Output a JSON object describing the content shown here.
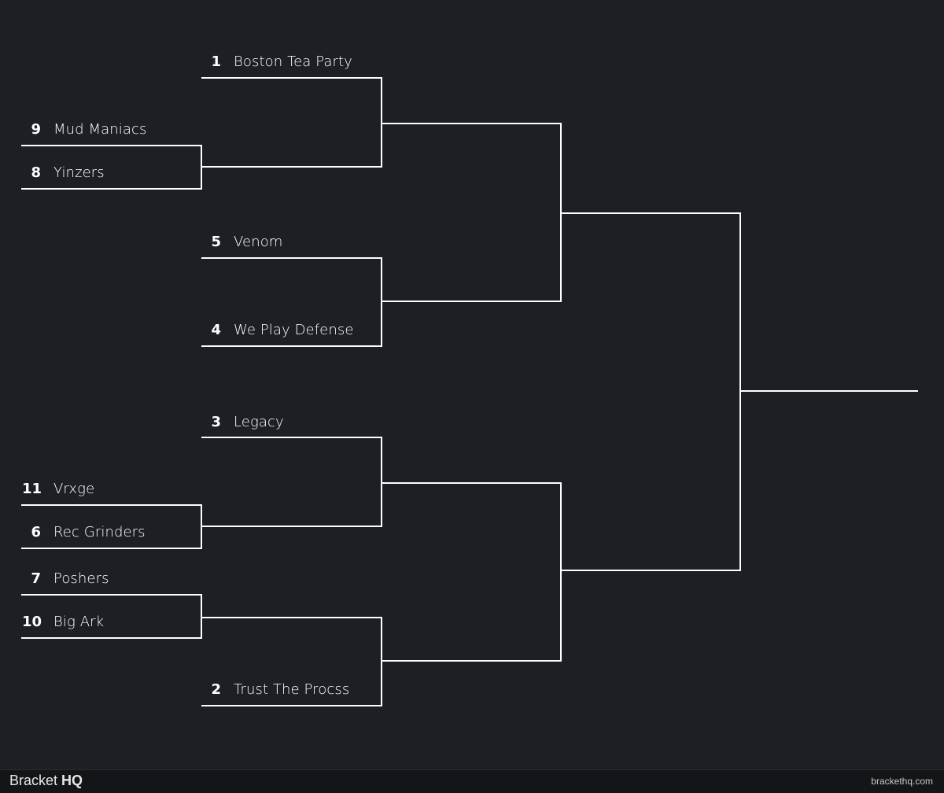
{
  "bracket": {
    "line_color": "#ffffff",
    "background": "#1e1f24",
    "teams": [
      {
        "id": "boston",
        "seed": "1",
        "name": "Boston Tea Party"
      },
      {
        "id": "mud",
        "seed": "9",
        "name": "Mud Maniacs"
      },
      {
        "id": "yinzers",
        "seed": "8",
        "name": "Yinzers"
      },
      {
        "id": "venom",
        "seed": "5",
        "name": "Venom"
      },
      {
        "id": "weplay",
        "seed": "4",
        "name": "We Play Defense"
      },
      {
        "id": "legacy",
        "seed": "3",
        "name": "Legacy"
      },
      {
        "id": "vrxge",
        "seed": "11",
        "name": "Vrxge"
      },
      {
        "id": "rec",
        "seed": "6",
        "name": "Rec Grinders"
      },
      {
        "id": "poshers",
        "seed": "7",
        "name": "Poshers"
      },
      {
        "id": "bigark",
        "seed": "10",
        "name": "Big Ark"
      },
      {
        "id": "trust",
        "seed": "2",
        "name": "Trust The Procss"
      }
    ]
  },
  "footer": {
    "brand_light": "Bracket ",
    "brand_bold": "HQ",
    "site": "brackethq.com",
    "background": "#141518"
  }
}
